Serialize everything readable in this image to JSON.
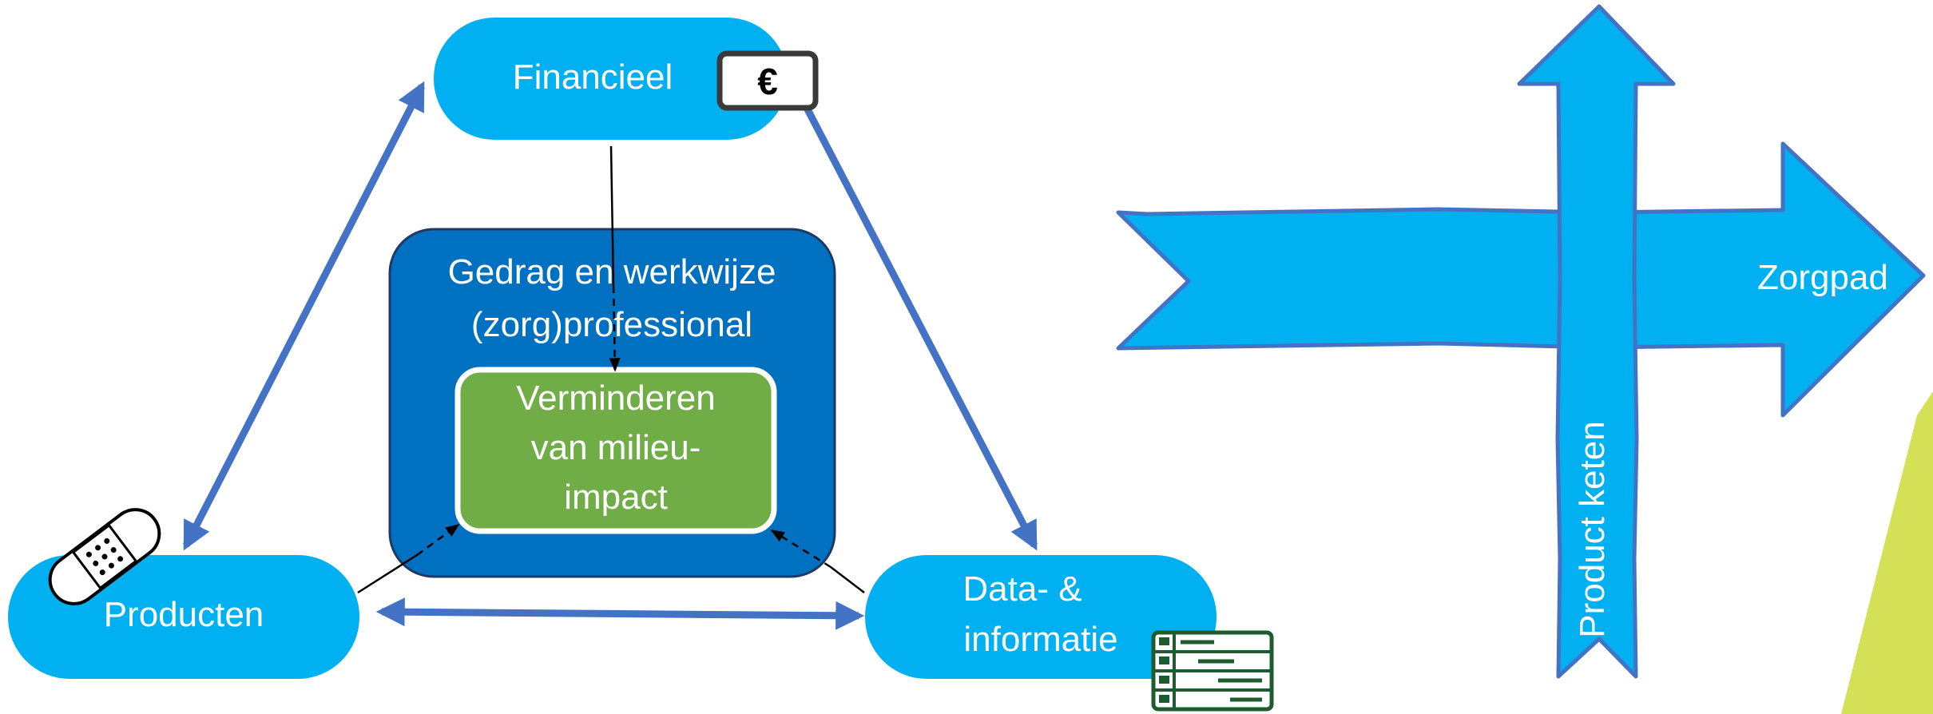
{
  "colors": {
    "light_blue": "#00b0f0",
    "dark_blue": "#0070c0",
    "green": "#70ad47",
    "arrow_blue": "#4472c4",
    "lime_accent": "#d4e157",
    "icon_green": "#1e5b2e"
  },
  "nodes": {
    "financieel": {
      "label": "Financieel"
    },
    "producten": {
      "label": "Producten"
    },
    "data": {
      "line1": "Data- &",
      "line2": "informatie"
    },
    "gedrag": {
      "line1": "Gedrag en werkwijze",
      "line2": "(zorg)professional"
    },
    "milieu": {
      "line1": "Verminderen",
      "line2": "van milieu-",
      "line3": "impact"
    }
  },
  "icons": {
    "euro": {
      "name": "euro-card-icon",
      "glyph": "€"
    },
    "bandage": {
      "name": "bandage-icon"
    },
    "data_sheet": {
      "name": "data-sheet-icon"
    }
  },
  "cross": {
    "horizontal_label": "Zorgpad",
    "vertical_label": "Product keten"
  }
}
